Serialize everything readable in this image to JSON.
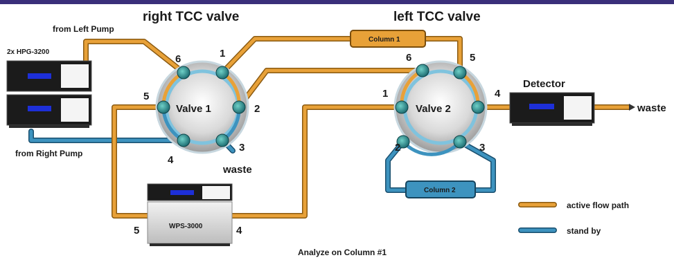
{
  "title": {
    "right_valve": "right TCC valve",
    "left_valve": "left TCC valve",
    "caption": "Analyze on Column #1"
  },
  "pumps": {
    "model": "2x HPG-3200",
    "left_label": "from Left Pump",
    "right_label": "from Right Pump"
  },
  "valve1": {
    "name": "Valve 1",
    "ports": [
      "1",
      "2",
      "3",
      "4",
      "5",
      "6"
    ],
    "waste": "waste"
  },
  "valve2": {
    "name": "Valve 2",
    "ports": [
      "1",
      "2",
      "3",
      "4",
      "5",
      "6"
    ]
  },
  "columns": {
    "column1": "Column 1",
    "column2": "Column 2"
  },
  "autosampler": {
    "name": "WPS-3000",
    "port_left": "5",
    "port_right": "4"
  },
  "detector": {
    "name": "Detector",
    "waste": "waste"
  },
  "legend": {
    "active": "active flow path",
    "standby": "stand by"
  },
  "colors": {
    "active": "#e8a138",
    "standby": "#3d93bf",
    "header": "#3a2f7a",
    "screen": "#1d2fd8"
  }
}
